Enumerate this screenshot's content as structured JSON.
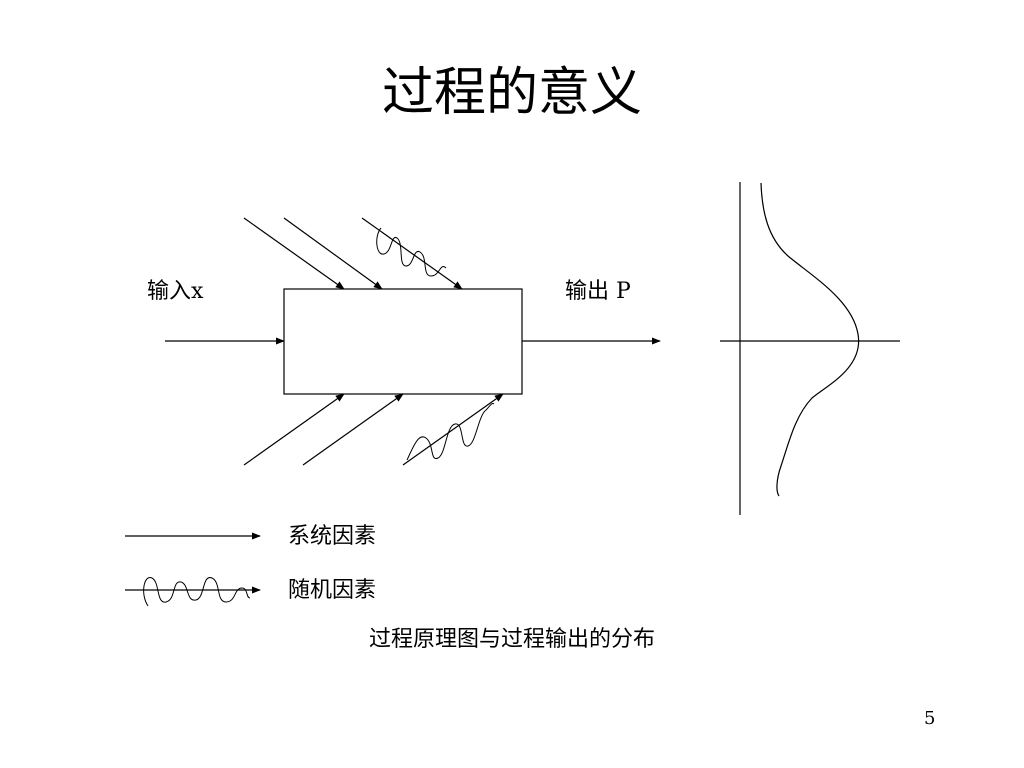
{
  "title": "过程的意义",
  "input_label": "输入x",
  "output_label": "输出 P",
  "legend": {
    "systematic": "系统因素",
    "random": "随机因素"
  },
  "caption": "过程原理图与过程输出的分布",
  "page_number": "5",
  "colors": {
    "ink": "#000000",
    "background": "#ffffff"
  }
}
